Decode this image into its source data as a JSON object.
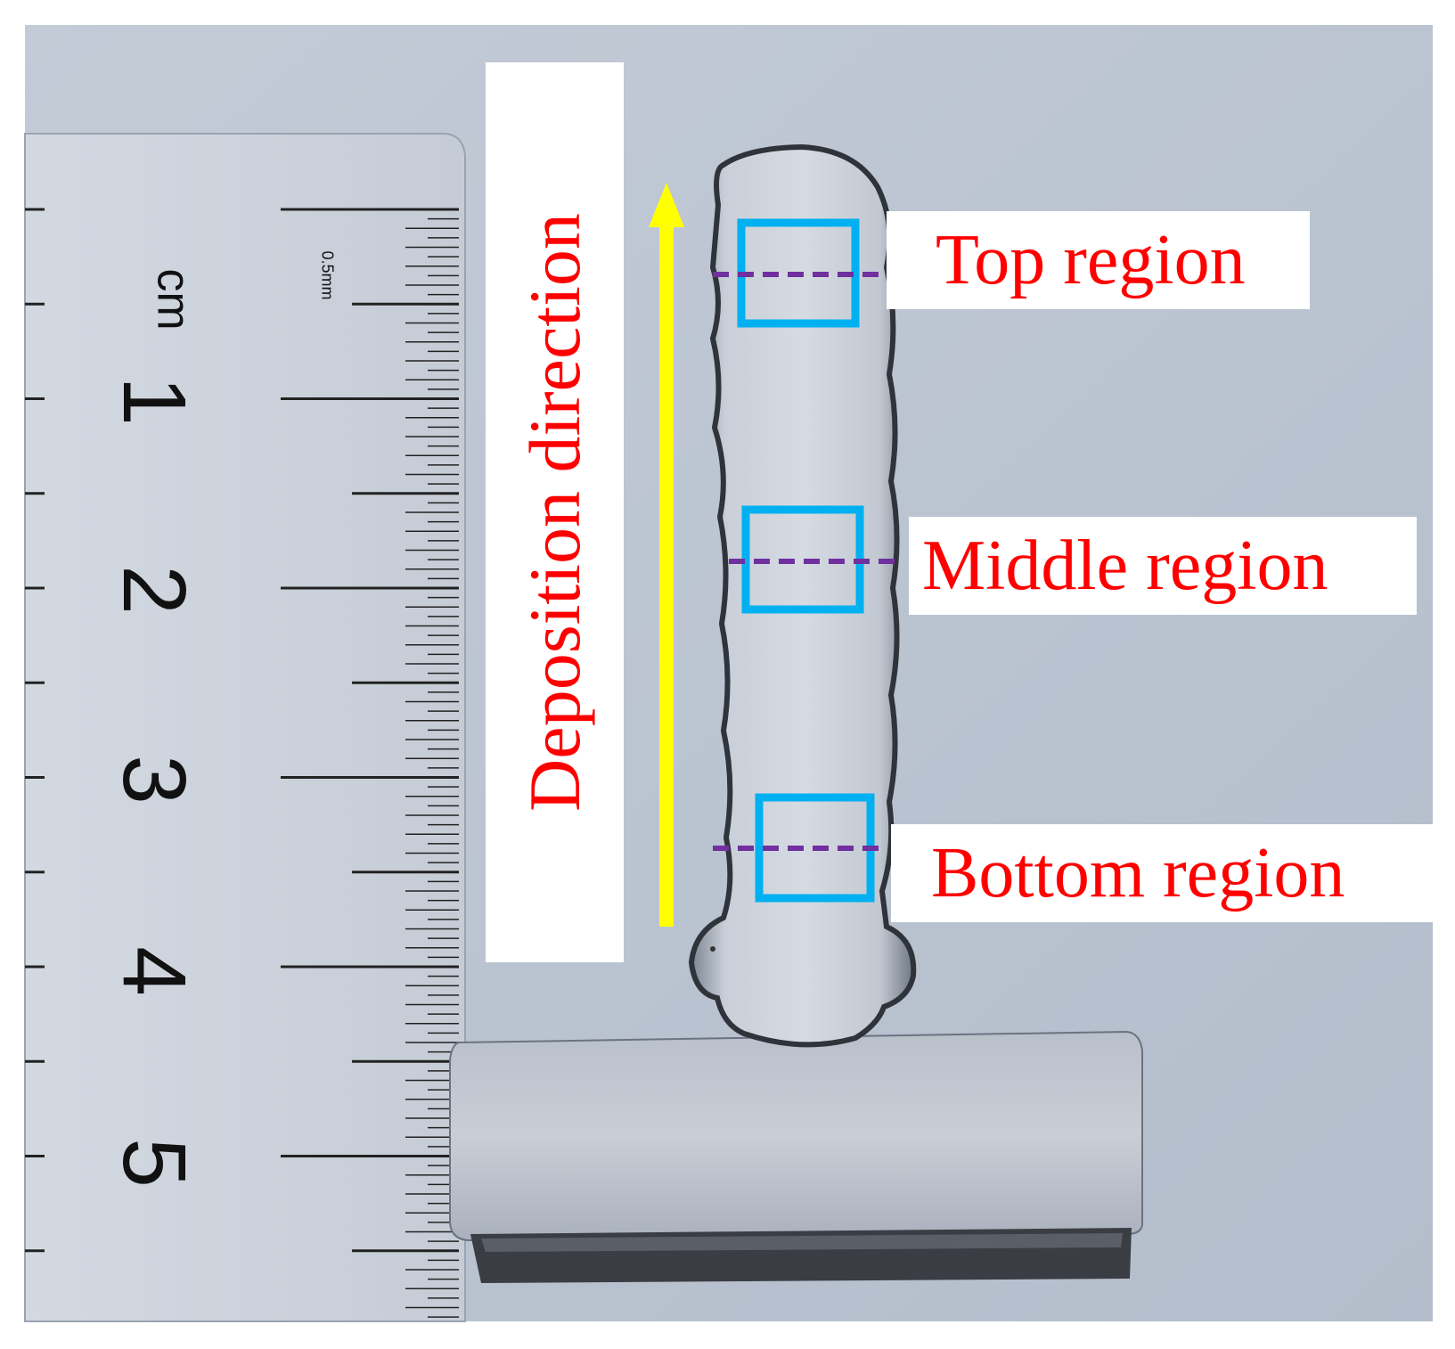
{
  "labels": {
    "deposition_direction": "Deposition direction",
    "top_region": "Top region",
    "middle_region": "Middle region",
    "bottom_region": "Bottom region"
  },
  "ruler": {
    "unit": "cm",
    "sub_unit": "0.5mm",
    "numbers": [
      "1",
      "2",
      "3",
      "4",
      "5"
    ]
  },
  "colors": {
    "label_text": "#ff0000",
    "arrow": "#ffff00",
    "region_box": "#00b0f0",
    "section_line": "#7030a0",
    "background": "#b8c2d0"
  }
}
